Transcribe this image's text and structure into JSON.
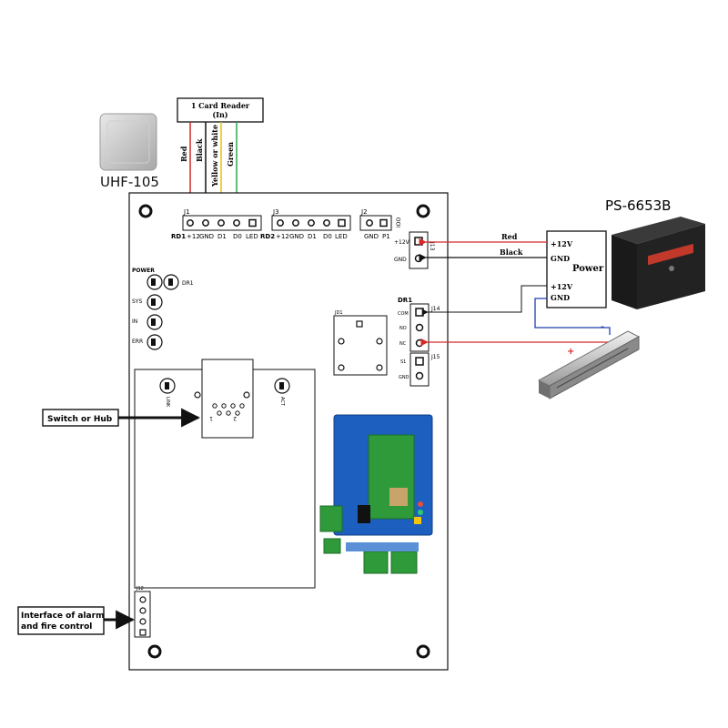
{
  "reader": {
    "model": "UHF-105",
    "box_title_line1": "1 Card Reader",
    "box_title_line2": "(In)",
    "wires": [
      "Red",
      "Black",
      "Yellow or white",
      "Green"
    ],
    "wire_colors": [
      "#d62828",
      "#111111",
      "#e6c400",
      "#2aa84a"
    ]
  },
  "board": {
    "j1_label": "J1",
    "j1_pins": [
      "+12",
      "GND",
      "D1",
      "D0",
      "LED"
    ],
    "rd1_label": "RD1",
    "j3_label": "J3",
    "j3_pins": [
      "+12",
      "GND",
      "D1",
      "D0",
      "LED"
    ],
    "rd2_label": "RD2",
    "j2_label": "J2",
    "j2_pins": [
      "GND",
      "P1"
    ],
    "j2_side": "IOO",
    "j13_label": "J13",
    "j13_pins": [
      "+12V",
      "GND"
    ],
    "leds": [
      "POWER",
      "DR1",
      "SYS",
      "IN",
      "ERR"
    ],
    "dr1_label": "DR1",
    "j14_label": "J14",
    "j14_pins": [
      "COM",
      "NO",
      "NC"
    ],
    "j15_label": "J15",
    "j15_pins": [
      "S1",
      "GND"
    ],
    "eth_leds": [
      "LINK",
      "ACT"
    ],
    "eth_pins": [
      "1",
      "2"
    ],
    "relay_label": "JD1",
    "j12_label": "J12"
  },
  "power_supply": {
    "model": "PS-6653B",
    "label": "Power",
    "top_pins": [
      "+12V",
      "GND"
    ],
    "bottom_pins": [
      "+12V",
      "GND"
    ],
    "wire_labels": [
      "Red",
      "Black"
    ]
  },
  "lock": {
    "minus": "-",
    "plus": "+"
  },
  "callouts": {
    "switch": "Switch or Hub",
    "alarm_line1": "Interface of alarm",
    "alarm_line2": "and fire control"
  },
  "colors": {
    "red_wire": "#d62828",
    "blue_wire": "#1f3fae",
    "pcb_blue": "#1c5fbf",
    "pcb_green": "#2f9a3a"
  }
}
